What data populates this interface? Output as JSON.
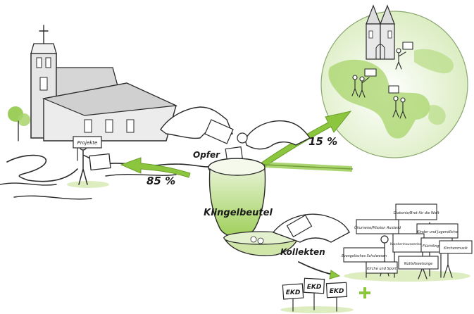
{
  "labels": {
    "projekte": "Projekte",
    "opfer": "Opfer",
    "percent_85": "85 %",
    "percent_15": "15 %",
    "klingelbeutel": "Klingelbeutel",
    "kollekten": "Kollekten"
  },
  "kollekten_signs": [
    "Diakonie/Brot für die Welt",
    "Ökumene/Mission Ausland",
    "Kinder und Jugendliche",
    "Krankenhausseelsorge",
    "Flüchtlingsarbeit",
    "Kirchenmusik",
    "Evangelisches Schulwesen",
    "Notfallseelsorge",
    "Kirche und Sport"
  ],
  "ekd_signs": [
    "EKD",
    "EKD",
    "EKD"
  ],
  "colors": {
    "accent_green": "#8cc63f",
    "light_green": "#d4e8b0",
    "ink": "#2a2a2a",
    "grey_fill": "#e6e6e6"
  }
}
